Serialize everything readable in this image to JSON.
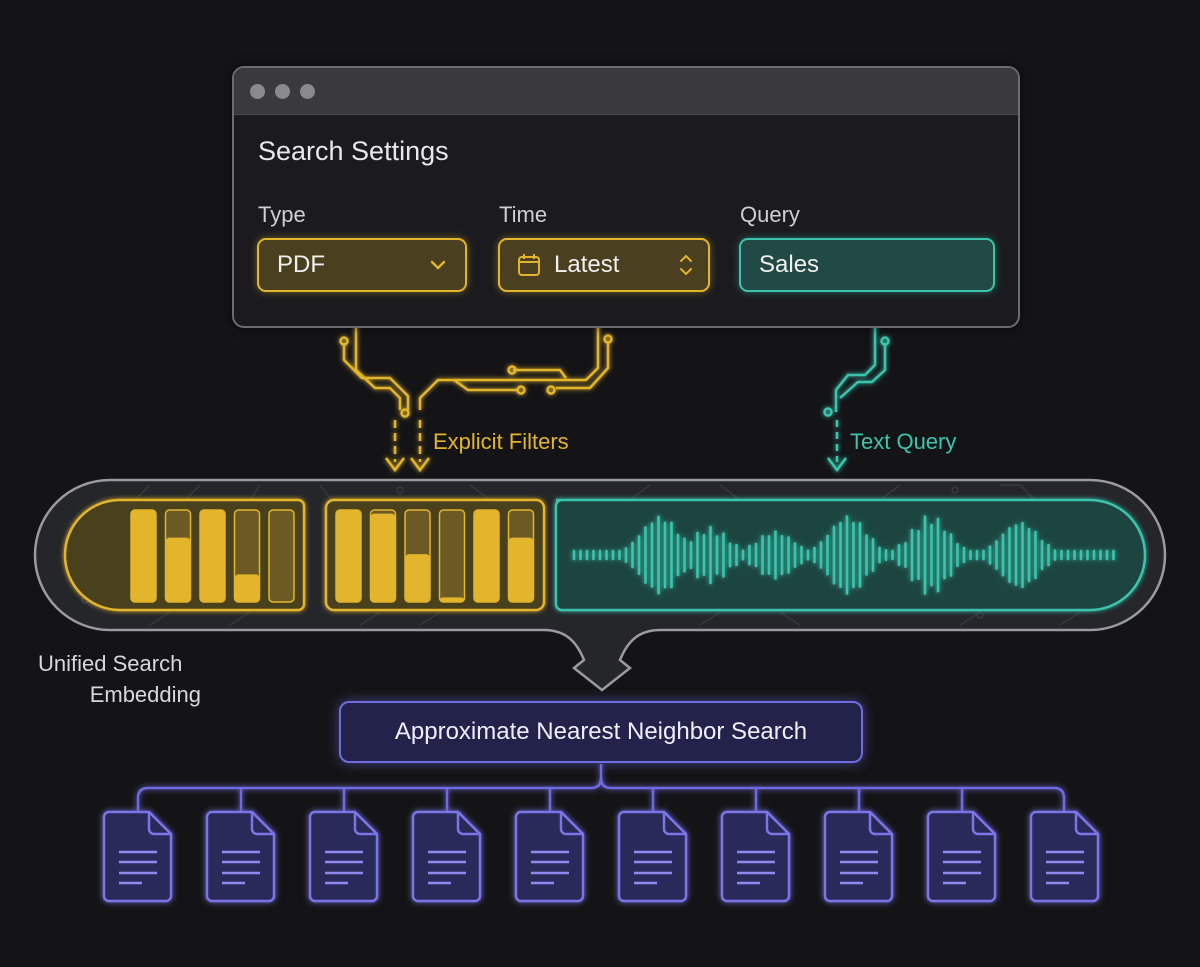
{
  "window": {
    "title": "Search Settings",
    "controls": [
      "close-dot",
      "minimize-dot",
      "maximize-dot"
    ],
    "fields": [
      {
        "label": "Type",
        "value": "PDF",
        "control": "dropdown",
        "icon": "chevron-down-icon",
        "color": "#e3b52c"
      },
      {
        "label": "Time",
        "value": "Latest",
        "control": "stepper-select",
        "icon_left": "calendar-icon",
        "icon_right": "up-down-chevron-icon",
        "color": "#e3b52c"
      },
      {
        "label": "Query",
        "value": "Sales",
        "control": "text-input",
        "color": "#3bc4ad"
      }
    ]
  },
  "flows": {
    "filters_label": "Explicit Filters",
    "query_label": "Text Query"
  },
  "embedding": {
    "label_line1": "Unified Search",
    "label_line2": "Embedding",
    "filter_blocks": [
      {
        "bars": [
          1.0,
          0.7,
          1.0,
          0.3,
          0.0
        ]
      },
      {
        "bars": [
          1.0,
          0.96,
          0.52,
          0.05,
          1.0,
          0.7
        ]
      }
    ],
    "waveform_color": "#3bc4ad",
    "filter_color": "#e3b52c"
  },
  "ann": {
    "label": "Approximate Nearest Neighbor Search",
    "color": "#6f6be0"
  },
  "results": {
    "count": 10,
    "icon": "document-icon"
  }
}
